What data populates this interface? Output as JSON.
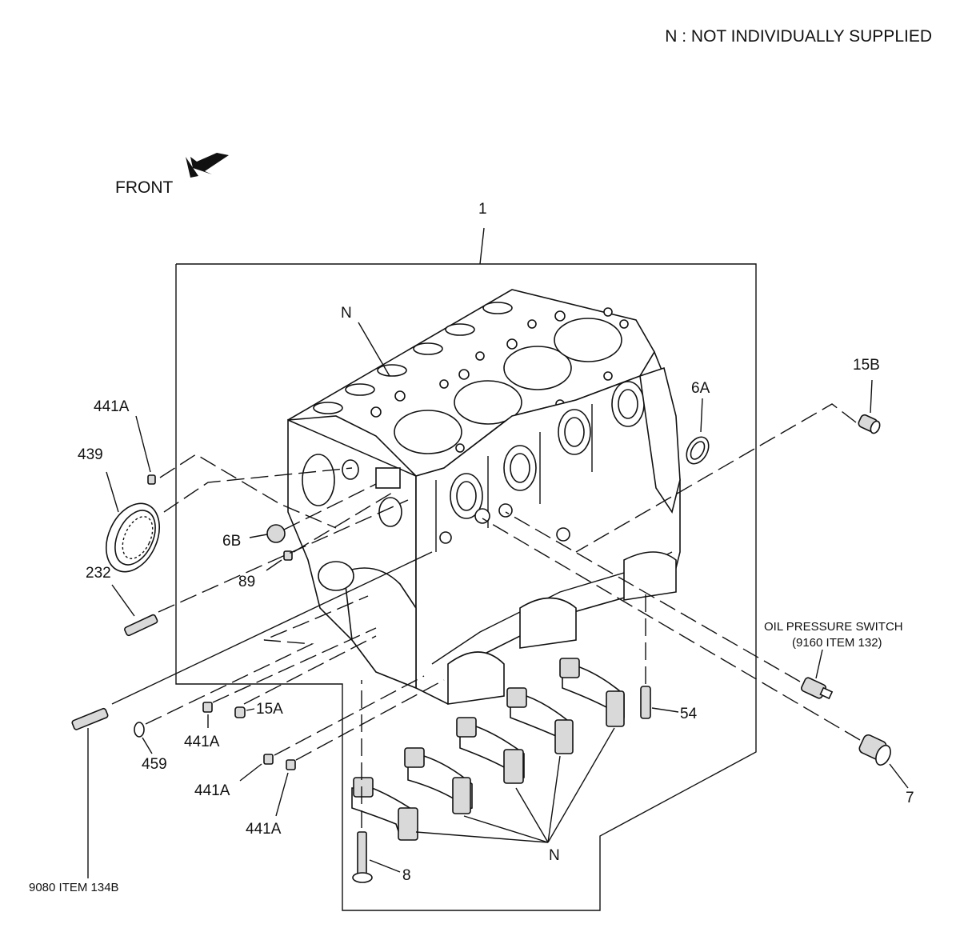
{
  "note": "N : NOT INDIVIDUALLY SUPPLIED",
  "front_label": "FRONT",
  "callouts": {
    "c1": "1",
    "n_top": "N",
    "c15b": "15B",
    "c6a": "6A",
    "c441a_top": "441A",
    "c439": "439",
    "c6b": "6B",
    "c89": "89",
    "c232": "232",
    "oil_switch_line1": "OIL PRESSURE SWITCH",
    "oil_switch_line2": "(9160 ITEM 132)",
    "c54": "54",
    "c15a": "15A",
    "c441a_mid": "441A",
    "c459": "459",
    "c441a_low": "441A",
    "c441a_bottom": "441A",
    "c7": "7",
    "c8": "8",
    "n_bottom": "N",
    "ref_9080": "9080 ITEM 134B"
  },
  "icons": {
    "front_arrow": "arrow-icon"
  }
}
